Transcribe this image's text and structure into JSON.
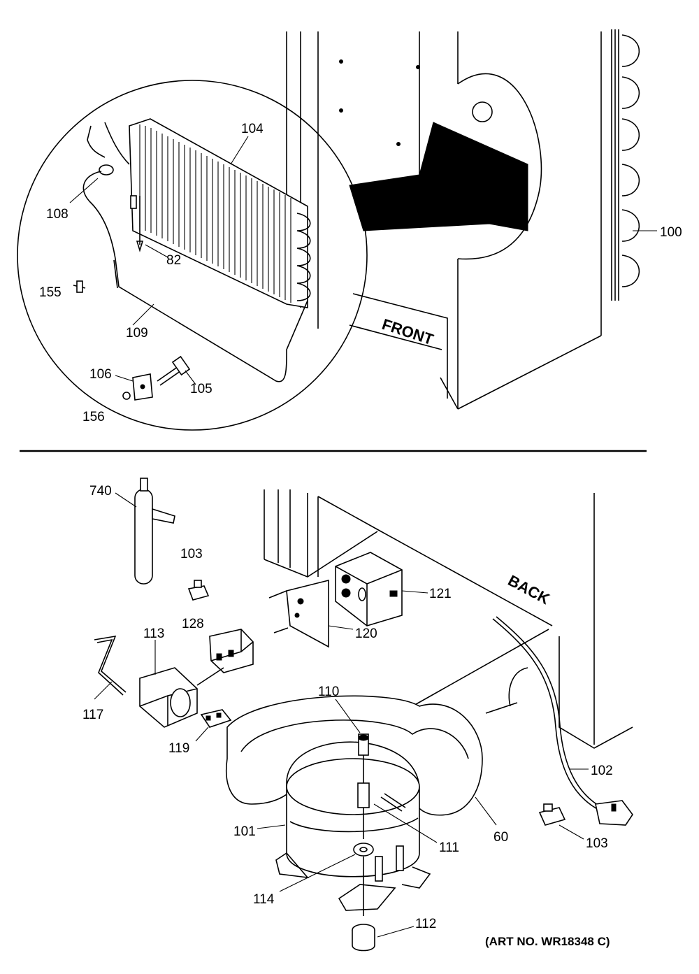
{
  "diagram": {
    "art_number": "(ART NO. WR18348 C)",
    "orientation_labels": {
      "front": "FRONT",
      "back": "BACK"
    },
    "part_labels": {
      "p104": "104",
      "p108": "108",
      "p82": "82",
      "p155": "155",
      "p109": "109",
      "p106": "106",
      "p105": "105",
      "p156": "156",
      "p100": "100",
      "p740": "740",
      "p103a": "103",
      "p128": "128",
      "p113": "113",
      "p117": "117",
      "p119": "119",
      "p121": "121",
      "p120": "120",
      "p110": "110",
      "p101": "101",
      "p111": "111",
      "p60": "60",
      "p114": "114",
      "p112": "112",
      "p102": "102",
      "p103b": "103"
    }
  }
}
